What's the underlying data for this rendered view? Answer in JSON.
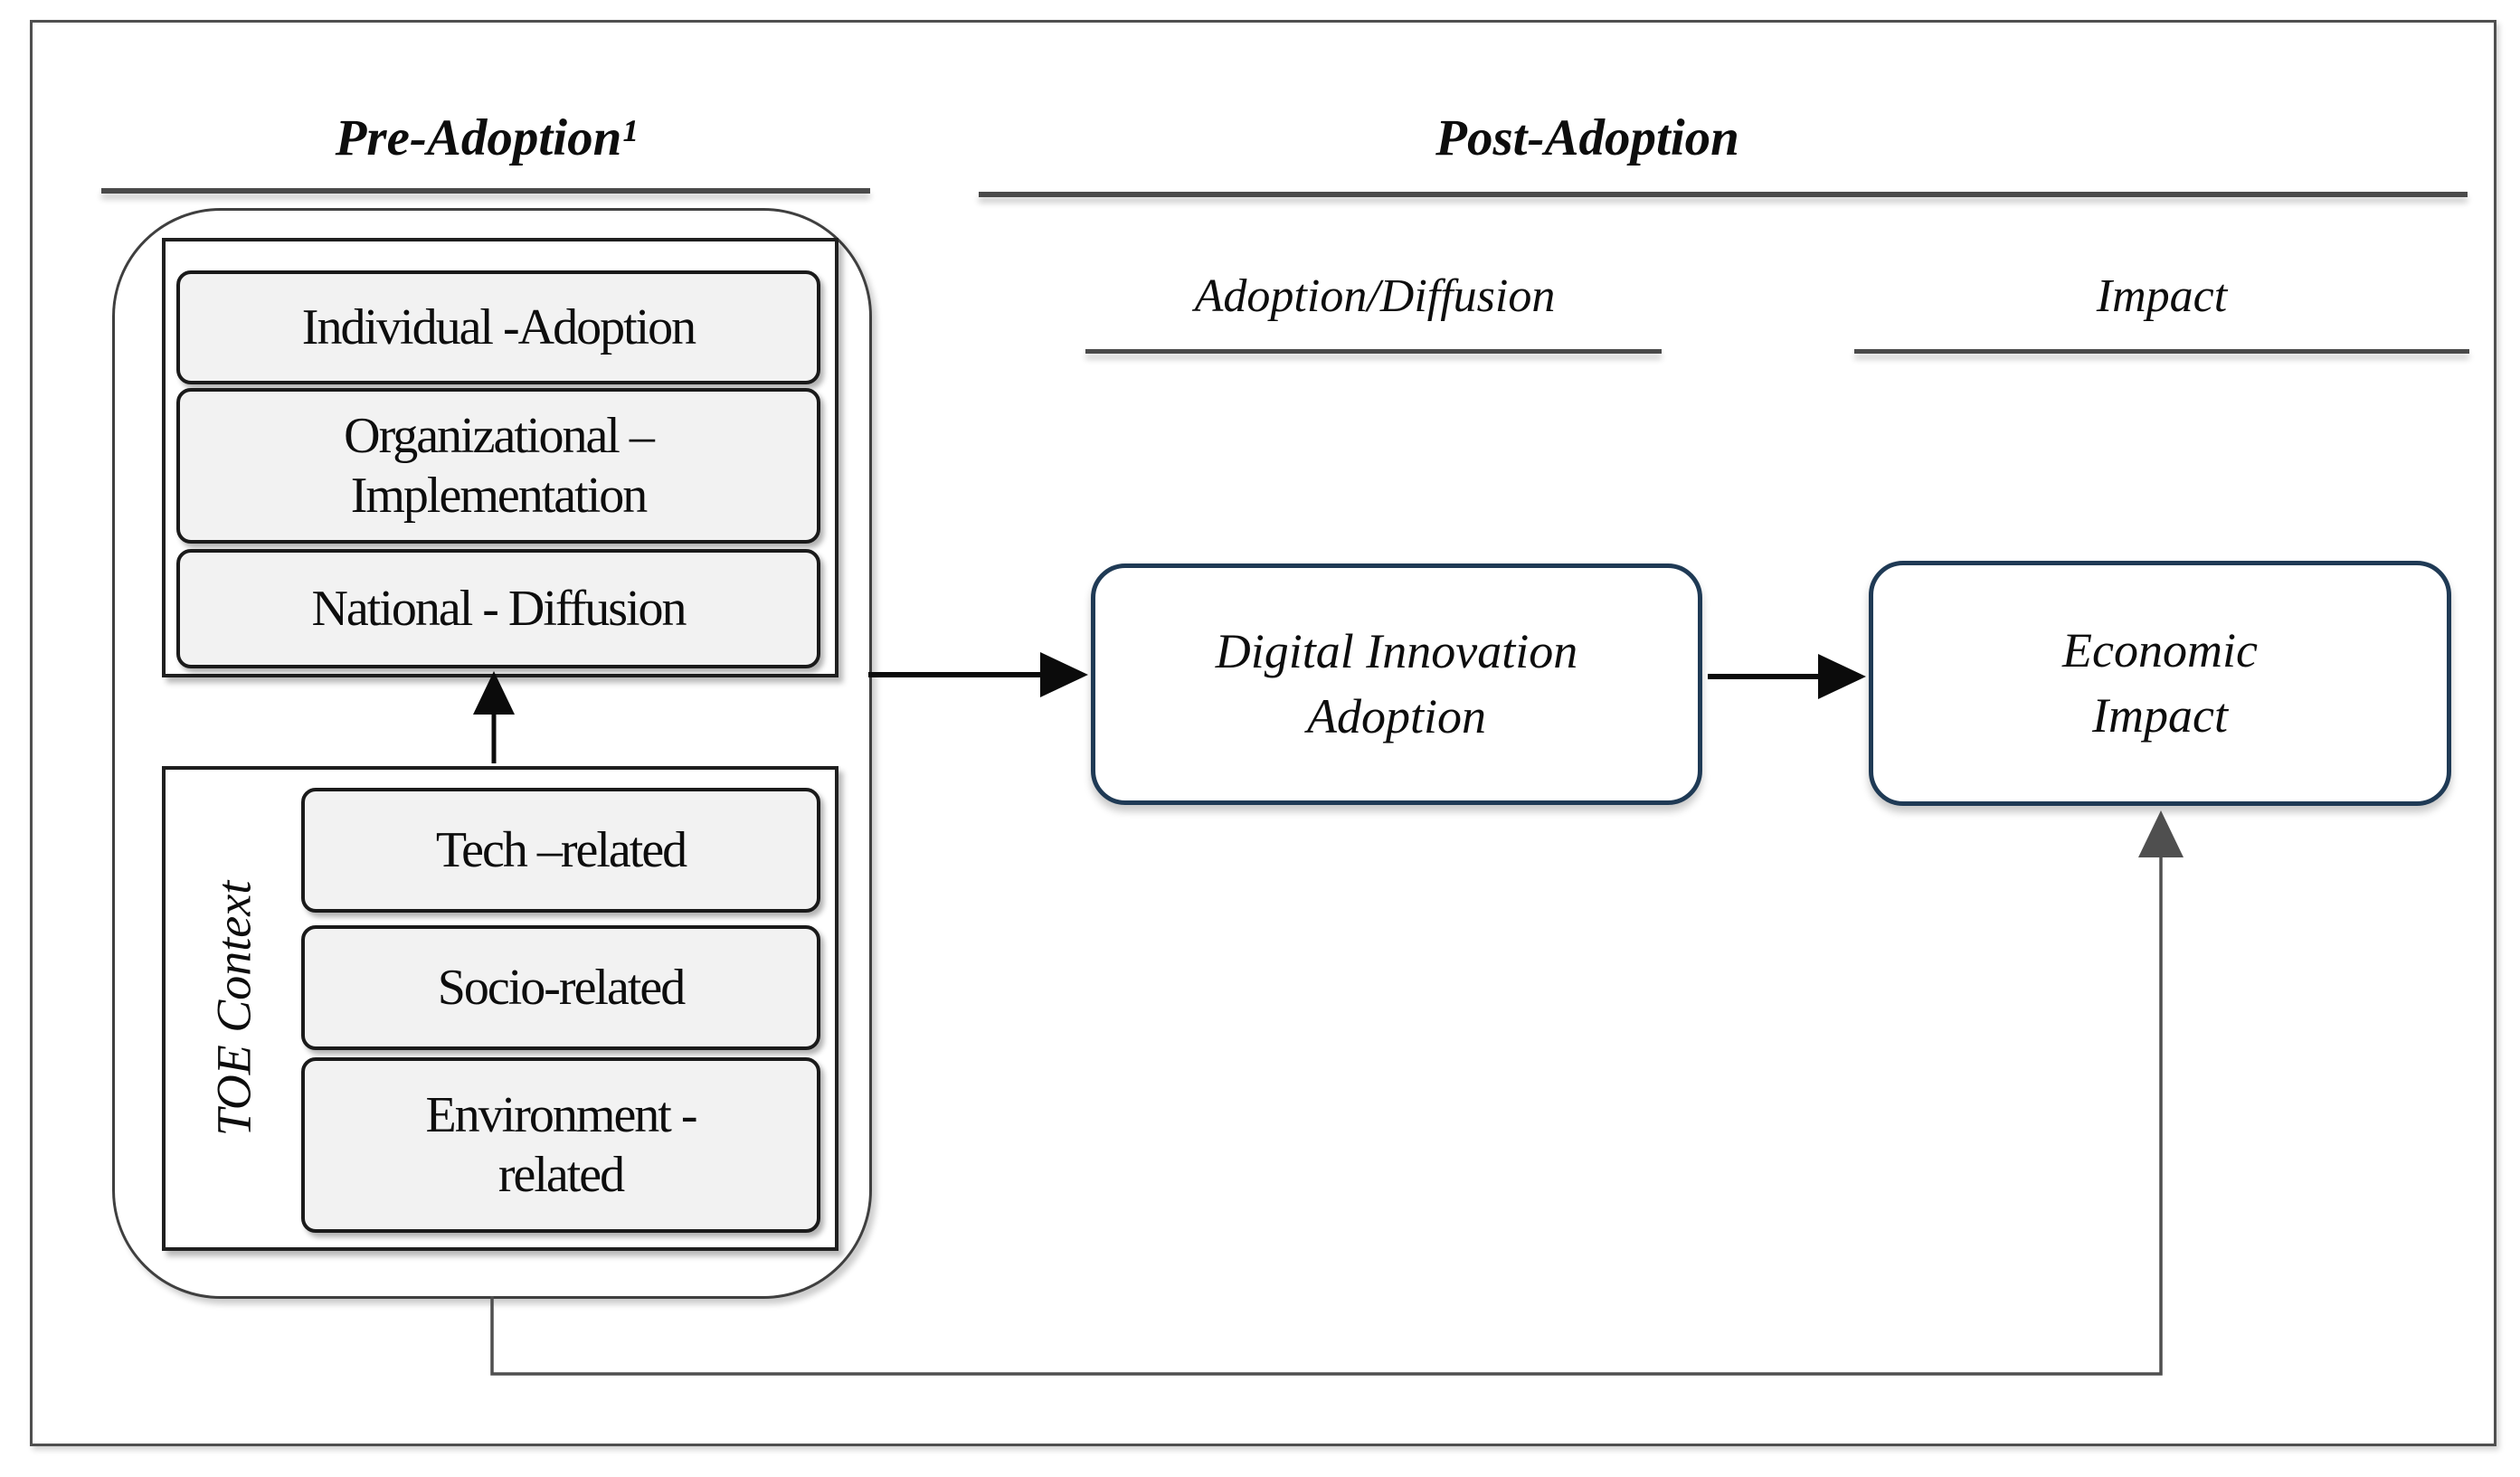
{
  "figure": {
    "title_pre": "Pre-Adoption¹",
    "title_post": "Post-Adoption",
    "sub_adoption_diffusion": "Adoption/Diffusion",
    "sub_impact": "Impact"
  },
  "pre_adoption": {
    "adoption_levels": [
      {
        "label": "Individual -Adoption"
      },
      {
        "label": "Organizational –\nImplementation"
      },
      {
        "label": "National - Diffusion"
      }
    ],
    "toe": {
      "label": "TOE Context",
      "factors": [
        {
          "label": "Tech –related"
        },
        {
          "label": "Socio-related"
        },
        {
          "label": "Environment -\nrelated"
        }
      ]
    }
  },
  "post_adoption": {
    "adoption_box": "Digital Innovation\nAdoption",
    "impact_box": "Economic\nImpact"
  },
  "colors": {
    "flow_box_border": "#1f3a55",
    "gray_box_fill": "#f2f2f2",
    "gray_box_border": "#1a1a1a",
    "container_border": "#3f3f3f",
    "frame_border": "#4f4f4f",
    "heading_rule": "#4a4a4a",
    "arrow_black": "#0b0b0b",
    "arrow_gray": "#4f4f4f"
  }
}
